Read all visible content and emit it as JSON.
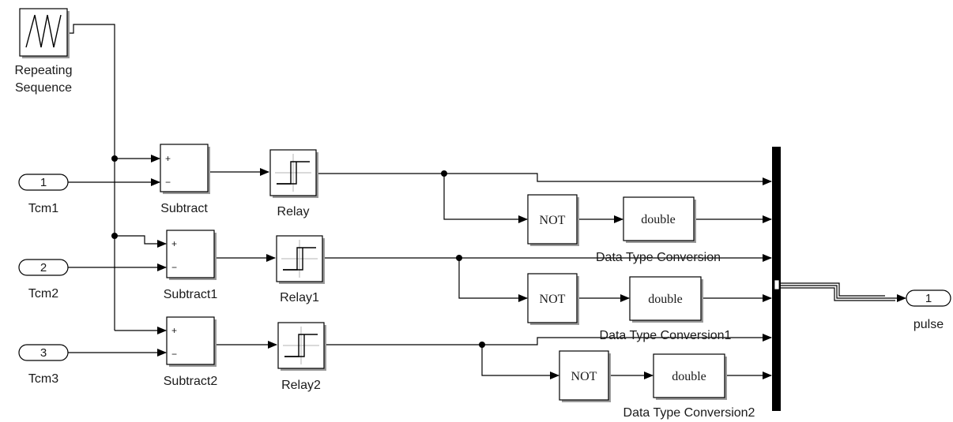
{
  "diagram": {
    "repeating_sequence": {
      "line1": "Repeating",
      "line2": "Sequence"
    },
    "inports": [
      {
        "number": "1",
        "name": "Tcm1"
      },
      {
        "number": "2",
        "name": "Tcm2"
      },
      {
        "number": "3",
        "name": "Tcm3"
      }
    ],
    "subtracts": [
      {
        "name": "Subtract",
        "plus": "+",
        "minus": "−"
      },
      {
        "name": "Subtract1",
        "plus": "+",
        "minus": "−"
      },
      {
        "name": "Subtract2",
        "plus": "+",
        "minus": "−"
      }
    ],
    "relays": [
      {
        "name": "Relay"
      },
      {
        "name": "Relay1"
      },
      {
        "name": "Relay2"
      }
    ],
    "nots": [
      {
        "label": "NOT"
      },
      {
        "label": "NOT"
      },
      {
        "label": "NOT"
      }
    ],
    "conversions": [
      {
        "label": "double",
        "name": "Data Type Conversion"
      },
      {
        "label": "double",
        "name": "Data Type Conversion1"
      },
      {
        "label": "double",
        "name": "Data Type Conversion2"
      }
    ],
    "outport": {
      "number": "1",
      "name": "pulse"
    }
  }
}
